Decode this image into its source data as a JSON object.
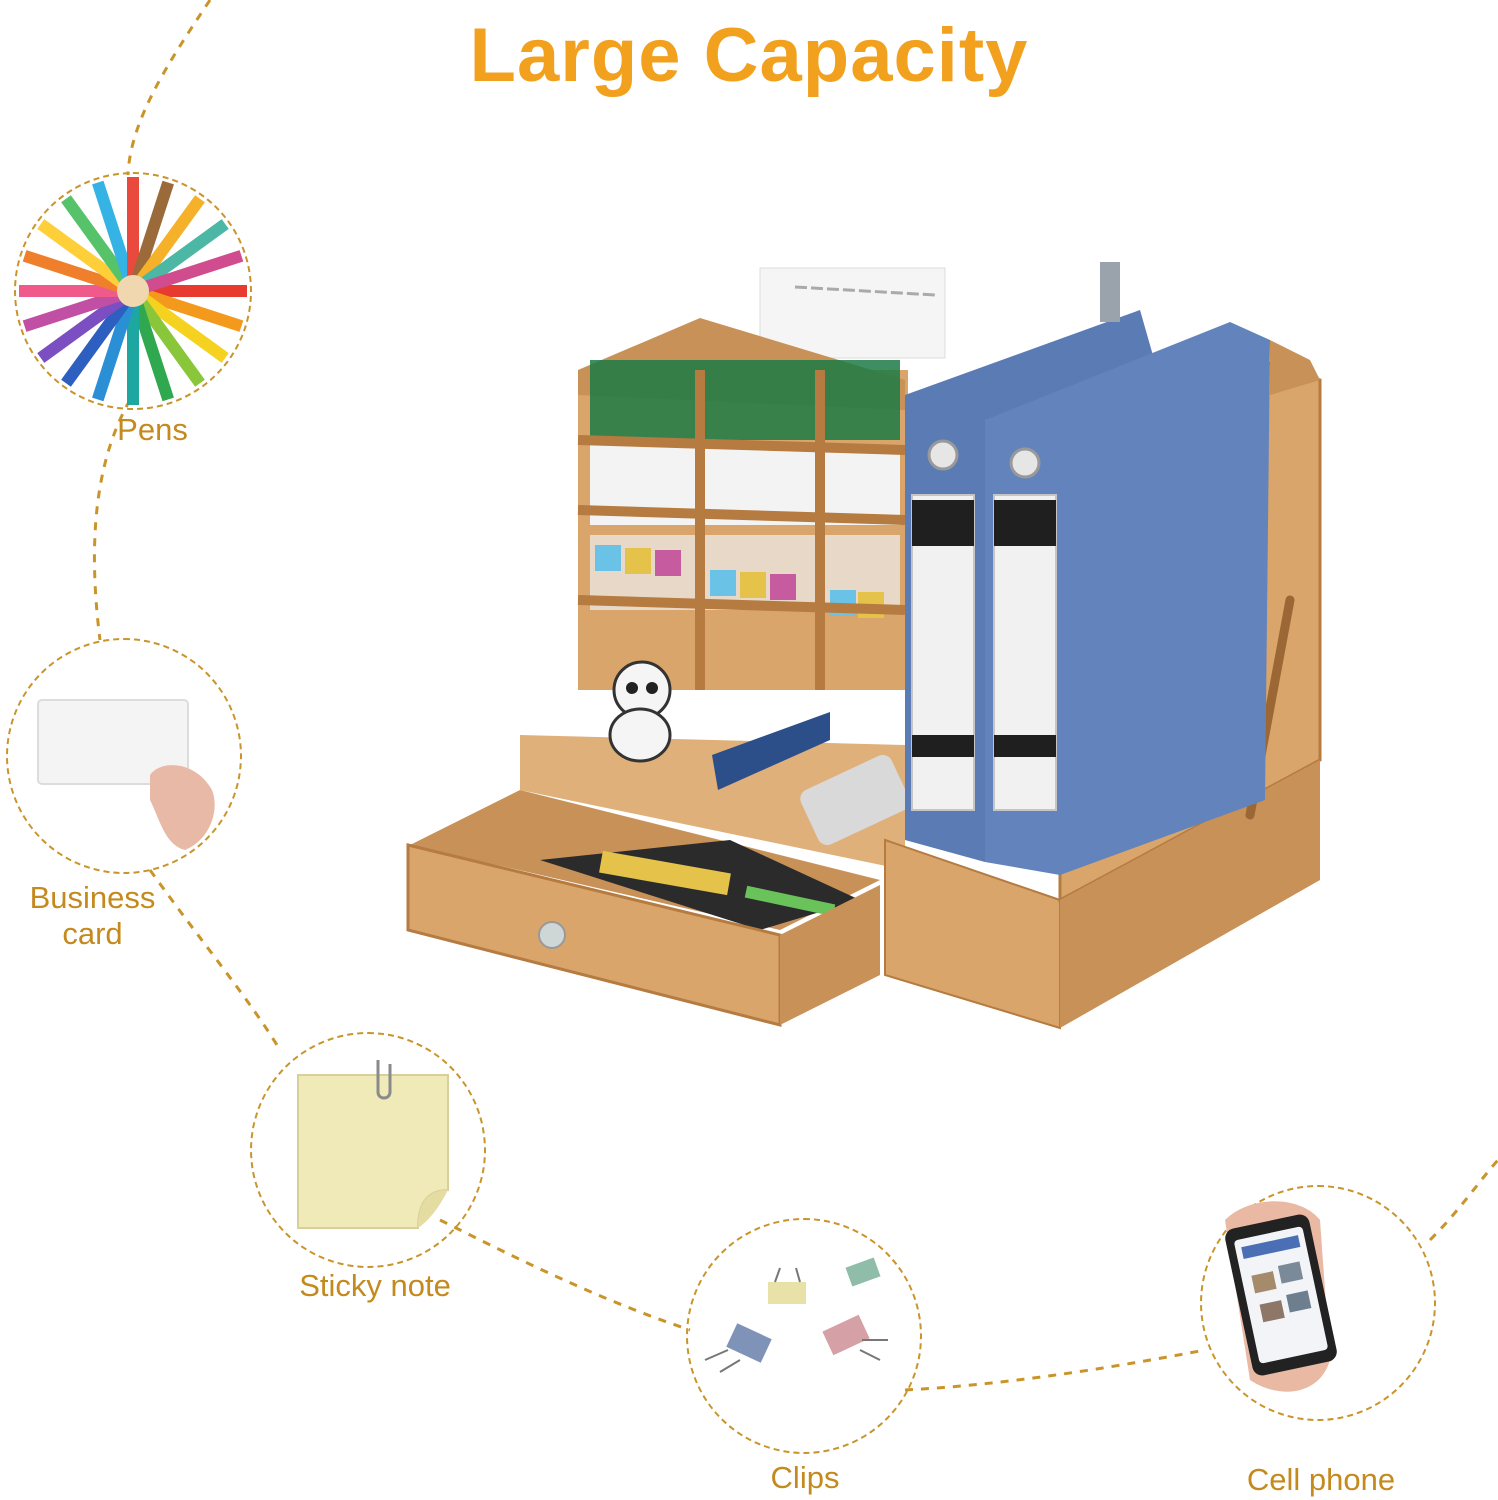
{
  "title": "Large Capacity",
  "colors": {
    "title": "#f2a11f",
    "label": "#c48a1e",
    "dashed_path": "#c9952a",
    "wood": "#d9a56a",
    "wood_dark": "#b57b40",
    "binder": "#5b7bb5"
  },
  "features": [
    {
      "label": "Pens",
      "icon": "colored-pencils-icon"
    },
    {
      "label": "Business\ncard",
      "icon": "business-card-icon"
    },
    {
      "label": "Sticky note",
      "icon": "sticky-note-icon"
    },
    {
      "label": "Clips",
      "icon": "binder-clips-icon"
    },
    {
      "label": "Cell phone",
      "icon": "cell-phone-icon"
    }
  ]
}
